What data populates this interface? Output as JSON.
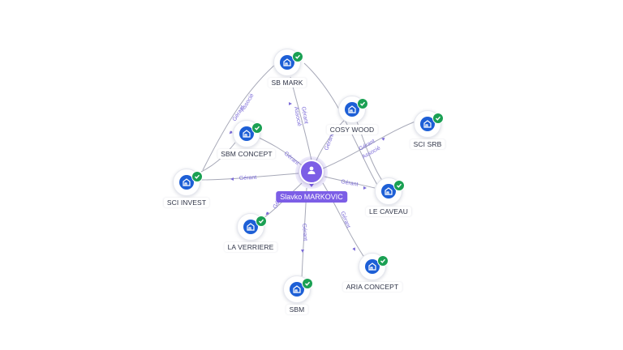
{
  "colors": {
    "person": "#7c5ee6",
    "company": "#1d5fd6",
    "verified": "#1aa053",
    "edge": "#a7a9b8",
    "edge_label": "#7b6bd8"
  },
  "person": {
    "name": "Slavko MARKOVIC",
    "icon": "person-icon"
  },
  "companies": [
    {
      "id": "sb-mark",
      "name": "SB MARK",
      "icon": "building-icon",
      "verified": true
    },
    {
      "id": "cosy-wood",
      "name": "COSY WOOD",
      "icon": "building-icon",
      "verified": true
    },
    {
      "id": "sci-srb",
      "name": "SCI SRB",
      "icon": "building-icon",
      "verified": true
    },
    {
      "id": "sbm-concept",
      "name": "SBM CONCEPT",
      "icon": "building-icon",
      "verified": true
    },
    {
      "id": "sci-invest",
      "name": "SCI INVEST",
      "icon": "building-icon",
      "verified": true
    },
    {
      "id": "le-caveau",
      "name": "LE CAVEAU",
      "icon": "building-icon",
      "verified": true
    },
    {
      "id": "la-verriere",
      "name": "LA VERRIERE",
      "icon": "building-icon",
      "verified": true
    },
    {
      "id": "aria-concept",
      "name": "ARIA CONCEPT",
      "icon": "building-icon",
      "verified": true
    },
    {
      "id": "sbm",
      "name": "SBM",
      "icon": "building-icon",
      "verified": true
    }
  ],
  "edge_labels": [
    "Gérant",
    "Associé",
    "Gérant",
    "Gérant",
    "Associé",
    "Gérant",
    "Gérant",
    "Associé",
    "Gérant",
    "Gérant",
    "Gérant",
    "Gérant",
    "Gérant"
  ]
}
